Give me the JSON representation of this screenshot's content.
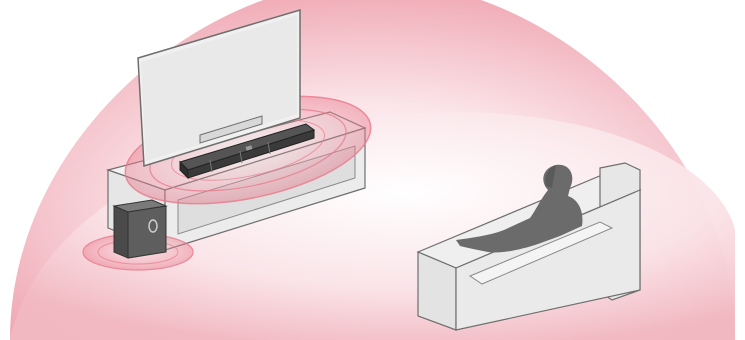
{
  "scene": {
    "items": [
      {
        "id": "tv",
        "icon": "tv-icon"
      },
      {
        "id": "soundbar",
        "icon": "soundbar-icon"
      },
      {
        "id": "subwoofer",
        "icon": "subwoofer-icon"
      },
      {
        "id": "listener",
        "icon": "person-icon"
      },
      {
        "id": "sofa",
        "icon": "sofa-icon"
      }
    ],
    "colors": {
      "sound_field": "#f3b8c0",
      "sound_field_light": "#fbe9ec",
      "emission_ring": "#e97a8c",
      "furniture_fill": "#ececec",
      "furniture_stroke": "#6e6e6e",
      "device_dark": "#3a3a3a",
      "person": "#6b6b6b"
    }
  }
}
